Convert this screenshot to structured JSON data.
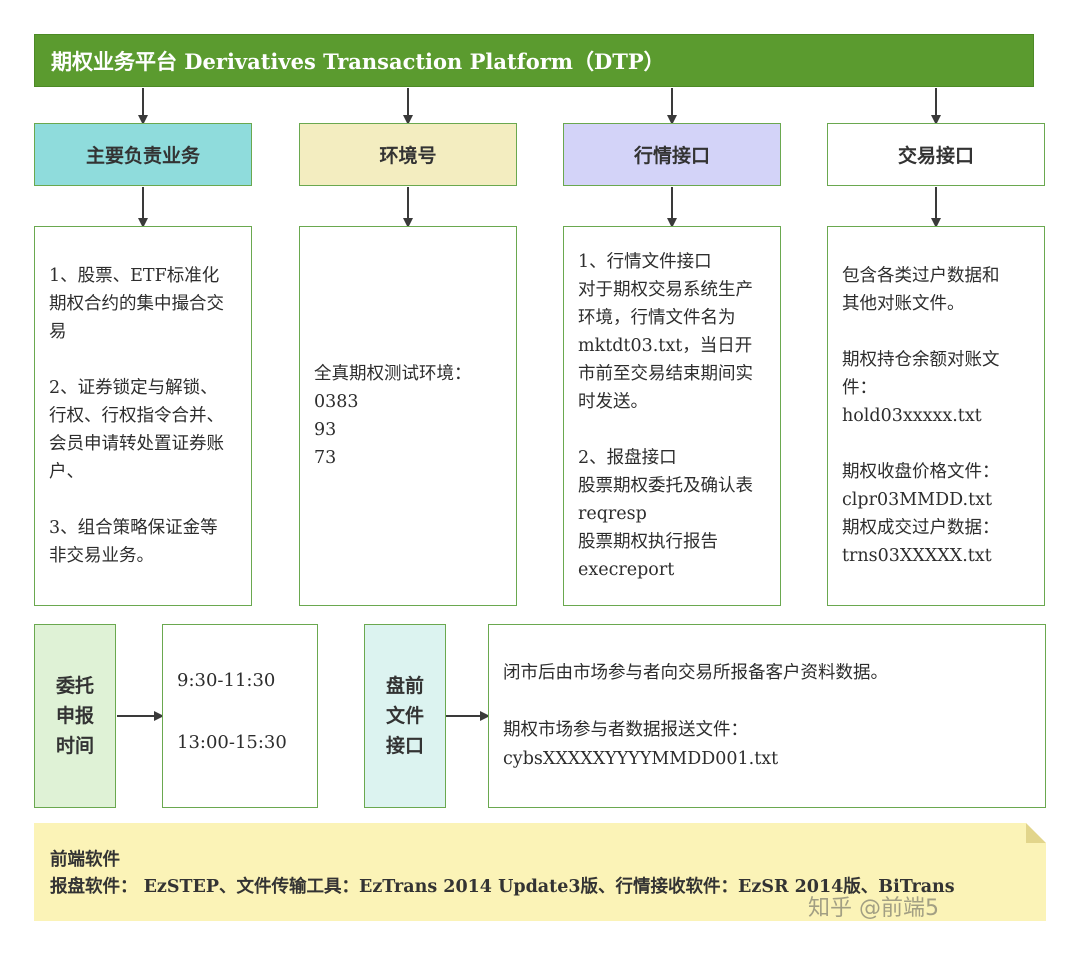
{
  "header": {
    "title": "期权业务平台 Derivatives Transaction Platform（DTP）"
  },
  "columns": [
    {
      "title": "主要负责业务",
      "color": "#8fdcdc",
      "lines": [
        "1、股票、ETF标准化",
        "期权合约的集中撮合交",
        "易",
        "",
        "2、证券锁定与解锁、",
        "行权、行权指令合并、",
        "会员申请转处置证券账",
        "户、",
        "",
        "3、组合策略保证金等",
        "非交易业务。"
      ]
    },
    {
      "title": "环境号",
      "color": "#f3edc0",
      "lines": [
        "全真期权测试环境：",
        "0383",
        "93",
        "73"
      ]
    },
    {
      "title": "行情接口",
      "color": "#d3d3f8",
      "lines": [
        "1、行情文件接口",
        "对于期权交易系统生产",
        "环境，行情文件名为",
        "mktdt03.txt，当日开",
        "市前至交易结束期间实",
        "时发送。",
        "",
        "2、报盘接口",
        "股票期权委托及确认表",
        "reqresp",
        "股票期权执行报告",
        "execreport"
      ]
    },
    {
      "title": "交易接口",
      "color": "#ffffff",
      "lines": [
        "包含各类过户数据和",
        "其他对账文件。",
        "",
        "期权持仓余额对账文",
        "件：",
        "hold03xxxxx.txt",
        "",
        "期权收盘价格文件：",
        "clpr03MMDD.txt",
        "期权成交过户数据：",
        "trns03XXXXX.txt"
      ]
    }
  ],
  "order_time": {
    "label_lines": [
      "委托",
      "申报",
      "时间"
    ],
    "color": "#dff2d6",
    "times": [
      "9:30-11:30",
      "13:00-15:30"
    ]
  },
  "premarket": {
    "label_lines": [
      "盘前",
      "文件",
      "接口"
    ],
    "color": "#dcf3f0",
    "lines": [
      "闭市后由市场参与者向交易所报备客户资料数据。",
      "",
      "期权市场参与者数据报送文件：",
      "cybsXXXXXYYYYMMDD001.txt"
    ]
  },
  "frontend": {
    "title": "前端软件",
    "text": "报盘软件： EzSTEP、文件传输工具：EzTrans 2014 Update3版、行情接收软件：EzSR 2014版、BiTrans",
    "color": "#fbf3b7"
  },
  "watermark": "知乎 @前端5"
}
